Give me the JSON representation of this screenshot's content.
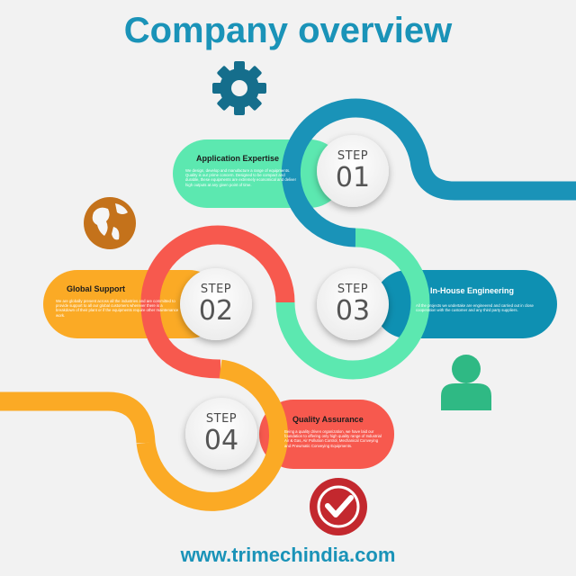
{
  "page": {
    "title": "Company overview",
    "website": "www.trimechindia.com"
  },
  "colors": {
    "teal": "#1a93b8",
    "green": "#5ce8b0",
    "red": "#f7594e",
    "orange": "#fbaa25",
    "blue_box": "#0e90b2"
  },
  "icons": {
    "gear": "gear-icon",
    "globe": "globe-icon",
    "user": "user-icon",
    "check": "check-badge-icon"
  },
  "steps": [
    {
      "label": "STEP",
      "number": "01",
      "title": "Application Expertise",
      "description": "We design, develop and manufacture a range of equipments. Quality is our prime concern. Designed to be compact and durable, these equipments are extremely economical and deliver high outputs at any given point of time."
    },
    {
      "label": "STEP",
      "number": "02",
      "title": "Global Support",
      "description": "We are globally present across all the industries and are committed to provide support to all our global customers wherever there is a breakdown of their plant or if the equipments require other maintenance work."
    },
    {
      "label": "STEP",
      "number": "03",
      "title": "In-House Engineering",
      "description": "All the projects we undertake are engineered and carried out in close cooperation with the customer and any third party suppliers."
    },
    {
      "label": "STEP",
      "number": "04",
      "title": "Quality Assurance",
      "description": "Being a quality driven organization, we have laid our foundation to offering only high quality range of Industrial Air & Gas, Air Pollution Control, Mechanical Conveying and Pneumatic Conveying Equipments."
    }
  ]
}
